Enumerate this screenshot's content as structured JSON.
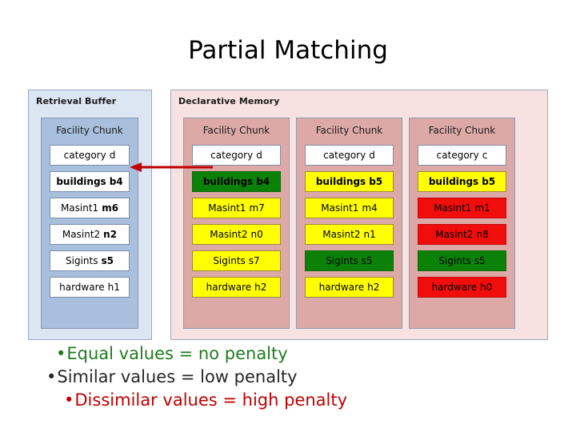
{
  "slide": {
    "title": "Partial Matching"
  },
  "retrieval_buffer": {
    "label": "Retrieval Buffer",
    "chunk": {
      "title": "Facility Chunk",
      "slots": [
        {
          "name": "category",
          "value": "d",
          "fill": "white",
          "emphasis": "none"
        },
        {
          "name": "buildings",
          "value": "b4",
          "fill": "white",
          "emphasis": "all"
        },
        {
          "name": "Masint1",
          "value": "m6",
          "fill": "white",
          "emphasis": "value"
        },
        {
          "name": "Masint2",
          "value": "n2",
          "fill": "white",
          "emphasis": "value"
        },
        {
          "name": "Sigints",
          "value": "s5",
          "fill": "white",
          "emphasis": "value"
        },
        {
          "name": "hardware",
          "value": "h1",
          "fill": "white",
          "emphasis": "none"
        }
      ]
    }
  },
  "declarative_memory": {
    "label": "Declarative Memory",
    "chunks": [
      {
        "title": "Facility Chunk",
        "slots": [
          {
            "name": "category",
            "value": "d",
            "fill": "white",
            "emphasis": "none"
          },
          {
            "name": "buildings",
            "value": "b4",
            "fill": "green",
            "emphasis": "all"
          },
          {
            "name": "Masint1",
            "value": "m7",
            "fill": "yellow",
            "emphasis": "none"
          },
          {
            "name": "Masint2",
            "value": "n0",
            "fill": "yellow",
            "emphasis": "none"
          },
          {
            "name": "Sigints",
            "value": "s7",
            "fill": "yellow",
            "emphasis": "none"
          },
          {
            "name": "hardware",
            "value": "h2",
            "fill": "yellow",
            "emphasis": "none"
          }
        ]
      },
      {
        "title": "Facility Chunk",
        "slots": [
          {
            "name": "category",
            "value": "d",
            "fill": "white",
            "emphasis": "none"
          },
          {
            "name": "buildings",
            "value": "b5",
            "fill": "yellow",
            "emphasis": "all"
          },
          {
            "name": "Masint1",
            "value": "m4",
            "fill": "yellow",
            "emphasis": "none"
          },
          {
            "name": "Masint2",
            "value": "n1",
            "fill": "yellow",
            "emphasis": "none"
          },
          {
            "name": "Sigints",
            "value": "s5",
            "fill": "green",
            "emphasis": "none"
          },
          {
            "name": "hardware",
            "value": "h2",
            "fill": "yellow",
            "emphasis": "none"
          }
        ]
      },
      {
        "title": "Facility Chunk",
        "slots": [
          {
            "name": "category",
            "value": "c",
            "fill": "white",
            "emphasis": "none"
          },
          {
            "name": "buildings",
            "value": "b5",
            "fill": "yellow",
            "emphasis": "all"
          },
          {
            "name": "Masint1",
            "value": "m1",
            "fill": "red",
            "emphasis": "none"
          },
          {
            "name": "Masint2",
            "value": "n8",
            "fill": "red",
            "emphasis": "none"
          },
          {
            "name": "Sigints",
            "value": "s5",
            "fill": "green",
            "emphasis": "none"
          },
          {
            "name": "hardware",
            "value": "h0",
            "fill": "red",
            "emphasis": "none"
          }
        ]
      }
    ]
  },
  "arrow": {
    "name": "retrieval-match-arrow",
    "color": "#c00000",
    "direction": "left"
  },
  "bullets": [
    {
      "marker": "•",
      "text": "Equal values = no penalty",
      "color": "#1f7a1f"
    },
    {
      "marker": "•",
      "text": "Similar values = low penalty",
      "color": "#262626"
    },
    {
      "marker": "•",
      "text": "Dissimilar values = high penalty",
      "color": "#c00000"
    }
  ],
  "colors": {
    "retrieval_panel_bg": "#dce5f2",
    "retrieval_chunk_bg": "#a8c0dd",
    "declarative_panel_bg": "#f7e2e1",
    "declarative_chunk_bg": "#dda9a7",
    "fill_white": "#ffffff",
    "fill_yellow": "#ffff00",
    "fill_green": "#0c8108",
    "fill_red": "#f20d0d"
  }
}
